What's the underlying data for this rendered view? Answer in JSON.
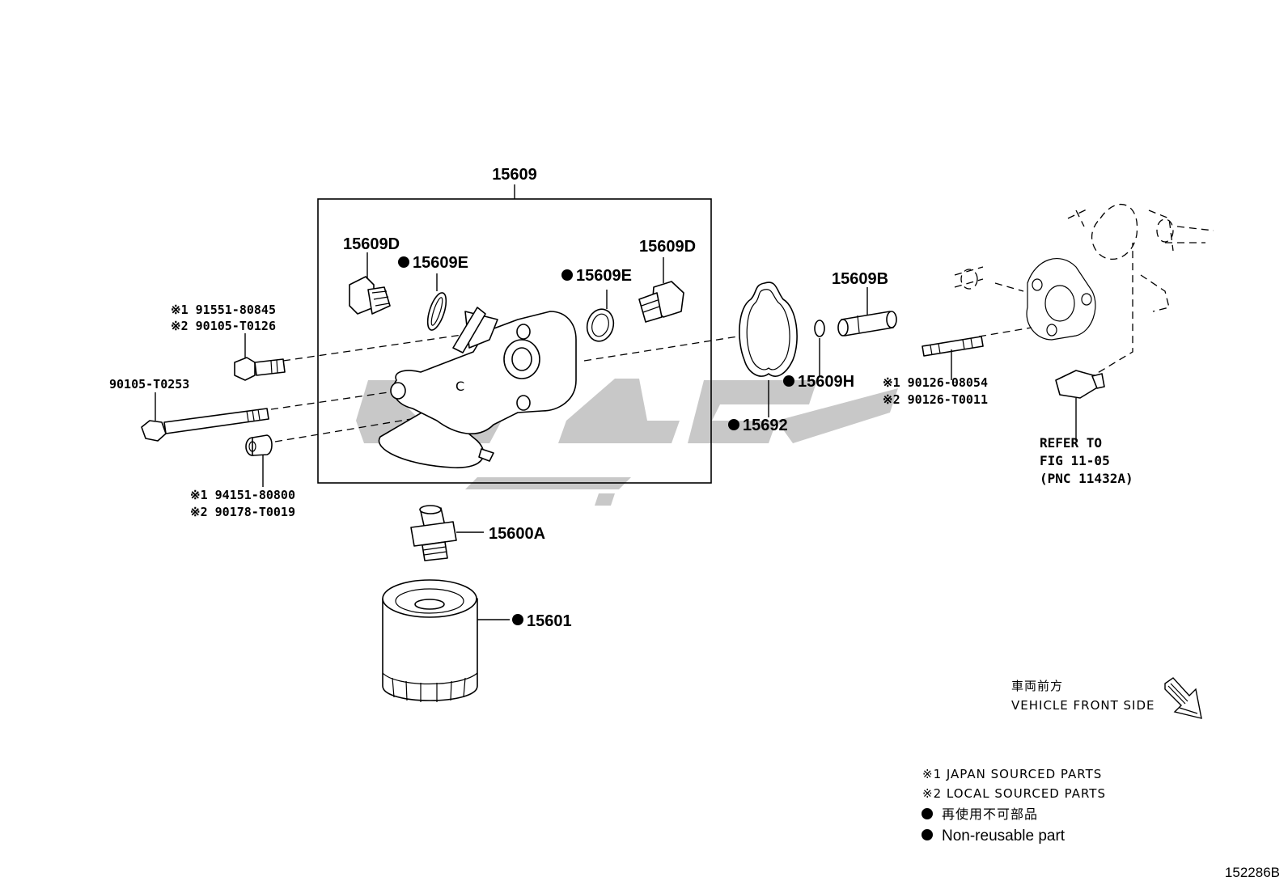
{
  "diagram_id": "152286B",
  "group_label": "15609",
  "parts": {
    "p15609D_left": "15609D",
    "p15609E_left": "15609E",
    "p15609E_right": "15609E",
    "p15609D_right": "15609D",
    "p15609B": "15609B",
    "p15609H": "15609H",
    "p15692": "15692",
    "p15600A": "15600A",
    "p15601": "15601",
    "p90105_T0253": "90105-T0253",
    "bolt_upper_1": "※1 91551-80845",
    "bolt_upper_2": "※2 90105-T0126",
    "collar_1": "※1 94151-80800",
    "collar_2": "※2 90178-T0019",
    "stud_1": "※1 90126-08054",
    "stud_2": "※2 90126-T0011"
  },
  "refer": {
    "line1": "REFER TO",
    "line2": "FIG 11-05",
    "line3": "(PNC 11432A)"
  },
  "direction": {
    "jp": "車両前方",
    "en": "VEHICLE FRONT SIDE"
  },
  "legend": {
    "note1": "※1 JAPAN SOURCED PARTS",
    "note2": "※2 LOCAL SOURCED PARTS",
    "jp_nonreuse": "再使用不可部品",
    "en_nonreuse": "Non-reusable part"
  },
  "colors": {
    "line": "#000000",
    "watermark": "#9a9a9a"
  }
}
